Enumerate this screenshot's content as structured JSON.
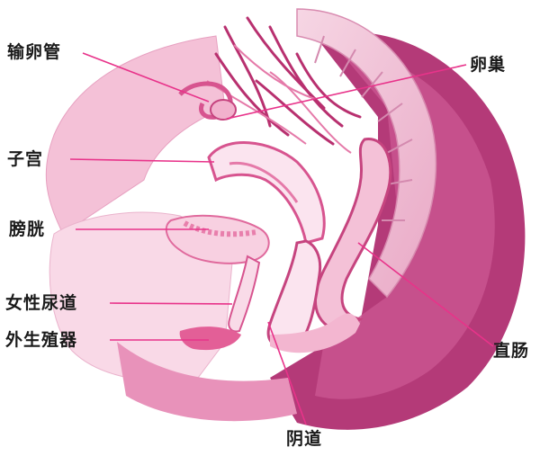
{
  "diagram": {
    "labels": {
      "fallopian_tube": "输卵管",
      "ovary": "卵巢",
      "uterus": "子宫",
      "bladder": "膀胱",
      "urethra": "女性尿道",
      "external_genitalia": "外生殖器",
      "rectum": "直肠",
      "vagina": "阴道"
    },
    "colors": {
      "leader_line": "#e8338a",
      "tissue_light": "#fbe4ef",
      "tissue_mid": "#f2a8c8",
      "tissue_dark": "#c23a7c",
      "tissue_deep": "#a02868",
      "label_text": "#1a1a1a"
    }
  }
}
